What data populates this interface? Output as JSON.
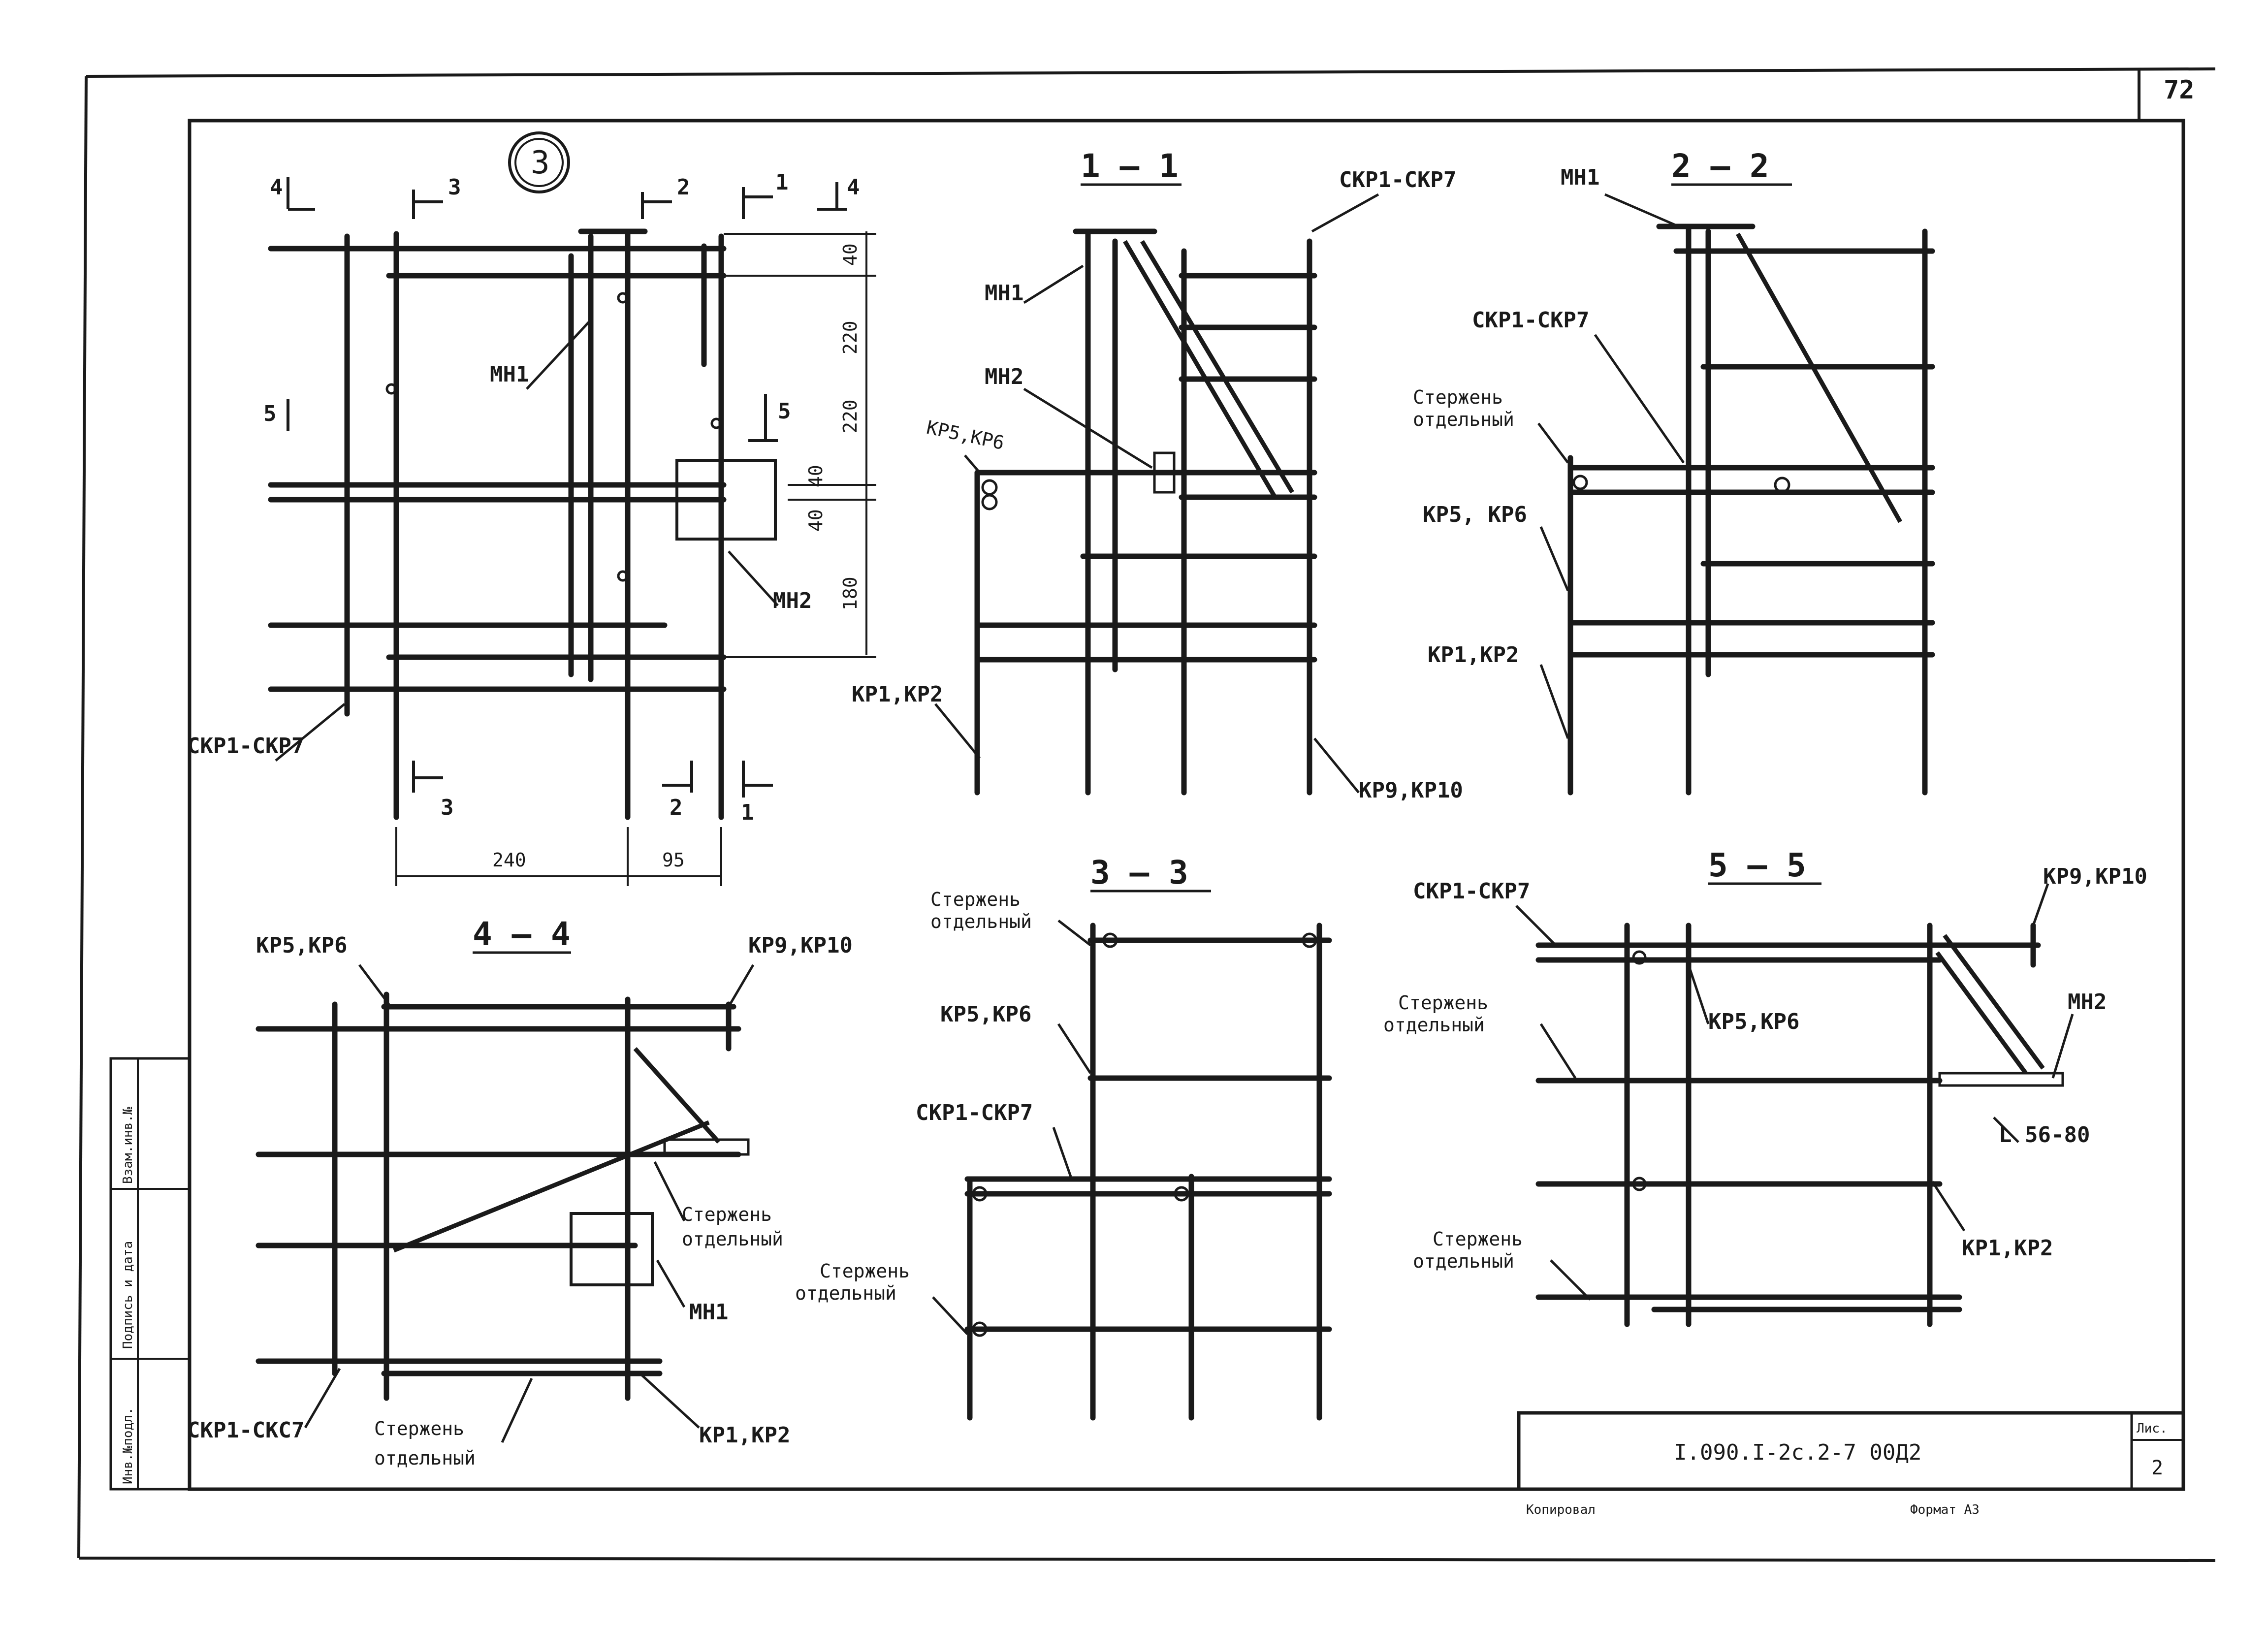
{
  "sheet": {
    "sheet_number": "72",
    "view_mark": "3",
    "title_block": {
      "designation": "I.090.I-2c.2-7 00Д2",
      "sheet_label": "Лис.",
      "sheet_value": "2",
      "copied_label": "Копировал",
      "format_label": "Формат А3"
    },
    "side_stamp": {
      "replace": "Взам.инв.№",
      "signature_date": "Подпись и дата",
      "inv_original": "Инв.№подл."
    }
  },
  "plan": {
    "cut_marks": [
      "4",
      "3",
      "2",
      "1",
      "4",
      "5",
      "5",
      "3",
      "2",
      "1"
    ],
    "dims_vertical": [
      "40",
      "220",
      "220",
      "40",
      "40",
      "180"
    ],
    "dims_horizontal": [
      "240",
      "95"
    ],
    "labels": {
      "mn1": "МН1",
      "mn2": "МН2",
      "skr": "СКР1-СКР7"
    }
  },
  "section_1": {
    "title": "1 – 1",
    "labels": {
      "skr": "СКР1-СКР7",
      "mn1": "МН1",
      "mn2": "МН2",
      "kr56": "КР5,КР6",
      "kr12": "КР1,КР2",
      "kr910": "КР9,КР10"
    }
  },
  "section_2": {
    "title": "2 – 2",
    "labels": {
      "mn1": "МН1",
      "skr": "СКР1-СКР7",
      "rod_1": "Стержень",
      "rod_2": "отдельный",
      "kr56": "КР5, КР6",
      "kr12": "КР1,КР2"
    }
  },
  "section_3": {
    "title": "3 – 3",
    "labels": {
      "rod_top_1": "Стержень",
      "rod_top_2": "отдельный",
      "kr56": "КР5,КР6",
      "skr": "СКР1-СКР7",
      "rod_bot_1": "Стержень",
      "rod_bot_2": "отдельный"
    }
  },
  "section_4": {
    "title": "4 – 4",
    "labels": {
      "kr56": "КР5,КР6",
      "kr910": "КР9,КР10",
      "rod_1": "Стержень",
      "rod_2": "отдельный",
      "mn1": "МН1",
      "skr": "СКР1-СКС7",
      "rod_b1": "Стержень",
      "rod_b2": "отдельный",
      "kr12": "КР1,КР2"
    }
  },
  "section_5": {
    "title": "5 – 5",
    "labels": {
      "skr": "СКР1-СКР7",
      "kr910": "КР9,КР10",
      "rod_1": "Стержень",
      "rod_2": "отдельный",
      "kr56": "КР5,КР6",
      "mn2": "МН2",
      "angle": "L 56-80",
      "kr12": "КР1,КР2",
      "rod_b1": "Стержень",
      "rod_b2": "отдельный"
    }
  }
}
